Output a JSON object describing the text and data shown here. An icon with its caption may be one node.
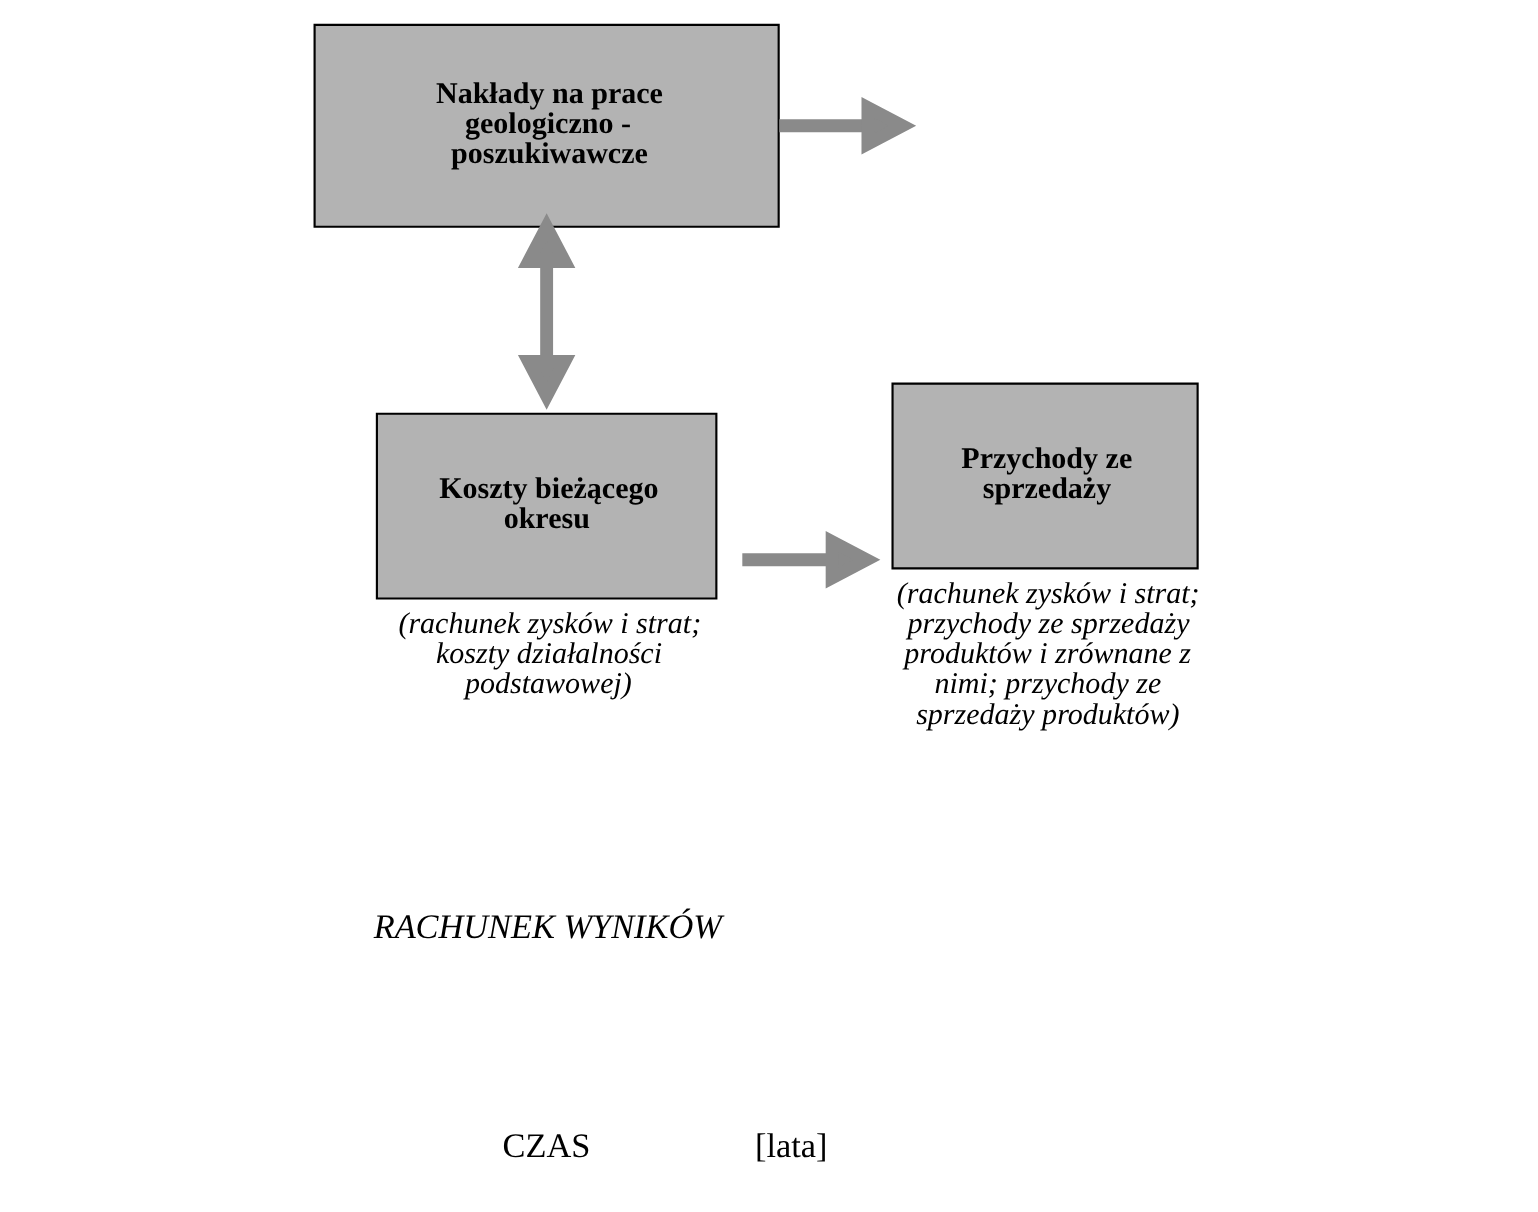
{
  "diagram": {
    "nodes": [
      {
        "text": [
          "Nakłady na prace geologiczno - poszukiwawcze"
        ]
      },
      {
        "text": [
          "Koszty bieżącego okresu"
        ],
        "beside": [
          "(rachunek zysków i strat; koszty działalności podstawowej)"
        ]
      },
      {
        "text": [
          "Przychody ze sprzedaży"
        ],
        "beside": [
          "(rachunek zysków i strat; przychody ze sprzedaży produktów i zrównane z nimi; przychody ze sprzedaży produktów)"
        ]
      }
    ],
    "edges": [
      {
        "from": 0,
        "to": null,
        "arrow": "to"
      },
      {
        "from": 0,
        "to": 1,
        "arrow": "both"
      },
      {
        "from": 1,
        "to": 2,
        "arrow": "to"
      }
    ],
    "labels": [
      "RACHUNEK WYNIKÓW",
      "CZAS",
      "[lata]"
    ]
  }
}
